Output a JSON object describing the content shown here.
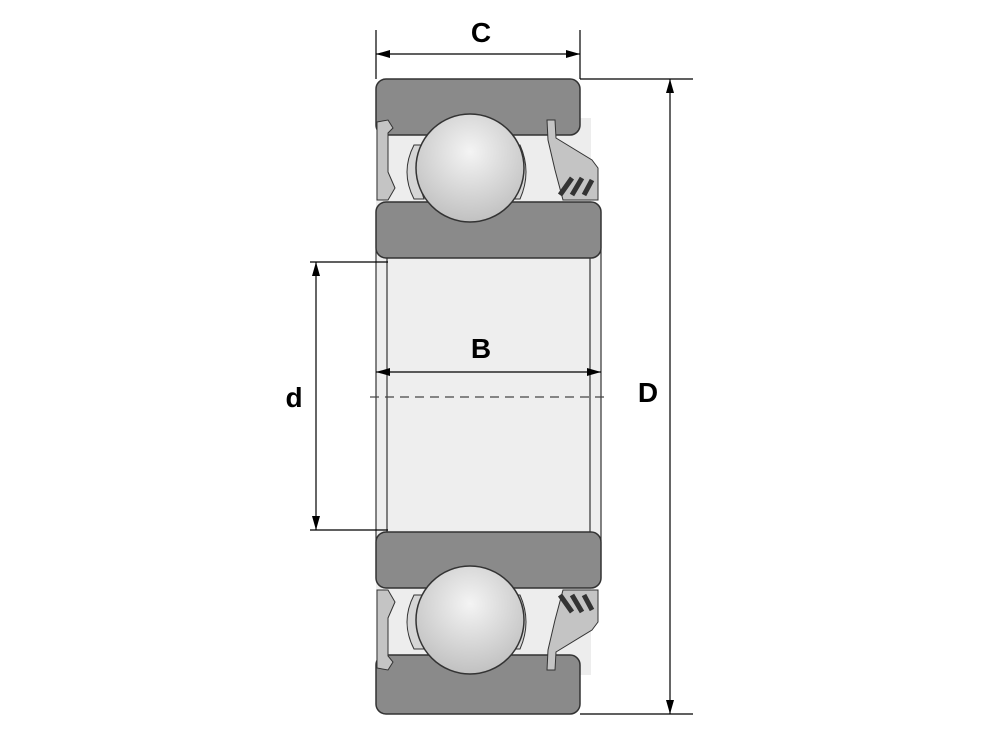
{
  "diagram": {
    "labels": {
      "outer_width": "C",
      "outer_diameter": "D",
      "bore_diameter": "d",
      "inner_width": "B"
    },
    "colors": {
      "ring": "#8a8a8a",
      "bore": "#eeeeee",
      "seal": "#c4c4c4",
      "outline": "#333333"
    }
  }
}
